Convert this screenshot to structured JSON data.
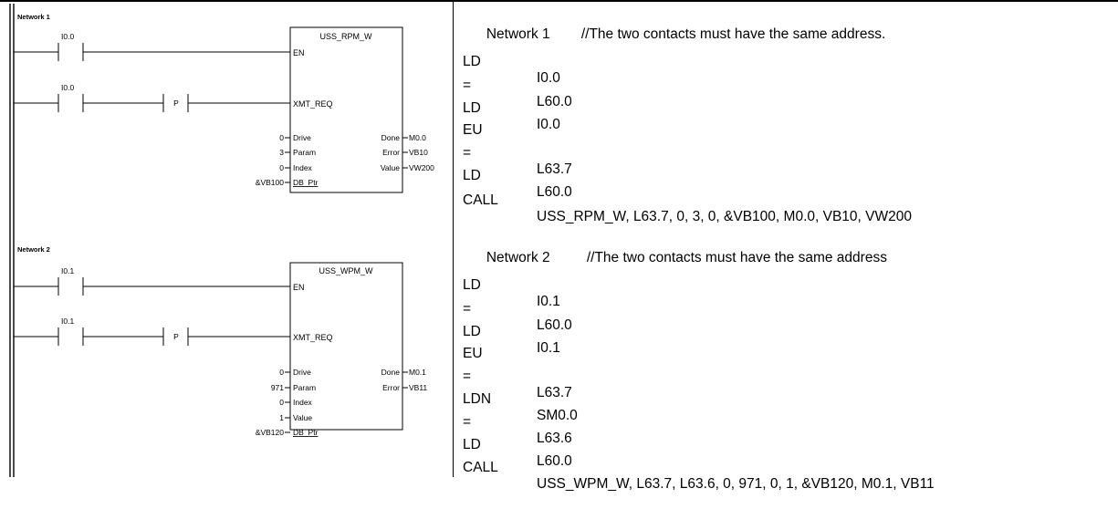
{
  "ladder": {
    "networks": [
      {
        "title": "Network 1",
        "contact1": "I0.0",
        "contact2": "I0.0",
        "edge": "P",
        "block": {
          "name": "USS_RPM_W",
          "en": "EN",
          "xmt": "XMT_REQ",
          "inputs": [
            {
              "value": "0",
              "pin": "Drive"
            },
            {
              "value": "3",
              "pin": "Param"
            },
            {
              "value": "0",
              "pin": "Index"
            },
            {
              "value": "&VB100",
              "pin": "DB_Ptr"
            }
          ],
          "outputs": [
            {
              "pin": "Done",
              "value": "M0.0"
            },
            {
              "pin": "Error",
              "value": "VB10"
            },
            {
              "pin": "Value",
              "value": "VW200"
            }
          ]
        }
      },
      {
        "title": "Network 2",
        "contact1": "I0.1",
        "contact2": "I0.1",
        "edge": "P",
        "block": {
          "name": "USS_WPM_W",
          "en": "EN",
          "xmt": "XMT_REQ",
          "inputs": [
            {
              "value": "0",
              "pin": "Drive"
            },
            {
              "value": "971",
              "pin": "Param"
            },
            {
              "value": "0",
              "pin": "Index"
            },
            {
              "value": "1",
              "pin": "Value"
            },
            {
              "value": "&VB120",
              "pin": "DB_Ptr"
            }
          ],
          "outputs": [
            {
              "pin": "Done",
              "value": "M0.1"
            },
            {
              "pin": "Error",
              "value": "VB11"
            }
          ]
        }
      }
    ]
  },
  "stl": {
    "networks": [
      {
        "title": "Network 1",
        "comment": "//The two contacts must have the same address.",
        "lines": [
          {
            "op": "LD",
            "arg": "I0.0"
          },
          {
            "op": "=",
            "arg": "L60.0"
          },
          {
            "op": "LD",
            "arg": "I0.0"
          },
          {
            "op": "EU",
            "arg": ""
          },
          {
            "op": "=",
            "arg": "L63.7"
          },
          {
            "op": "LD",
            "arg": "L60.0"
          },
          {
            "op": "CALL",
            "arg": "USS_RPM_W, L63.7, 0, 3, 0, &VB100, M0.0, VB10, VW200"
          }
        ]
      },
      {
        "title": "Network 2",
        "comment": "//The two contacts must have the same address",
        "lines": [
          {
            "op": "LD",
            "arg": "I0.1"
          },
          {
            "op": "=",
            "arg": "L60.0"
          },
          {
            "op": "LD",
            "arg": "I0.1"
          },
          {
            "op": "EU",
            "arg": ""
          },
          {
            "op": "=",
            "arg": "L63.7"
          },
          {
            "op": "LDN",
            "arg": "SM0.0"
          },
          {
            "op": "=",
            "arg": "L63.6"
          },
          {
            "op": "LD",
            "arg": "L60.0"
          },
          {
            "op": "CALL",
            "arg": "USS_WPM_W, L63.7, L63.6, 0, 971, 0, 1, &VB120, M0.1, VB11"
          }
        ]
      }
    ]
  }
}
